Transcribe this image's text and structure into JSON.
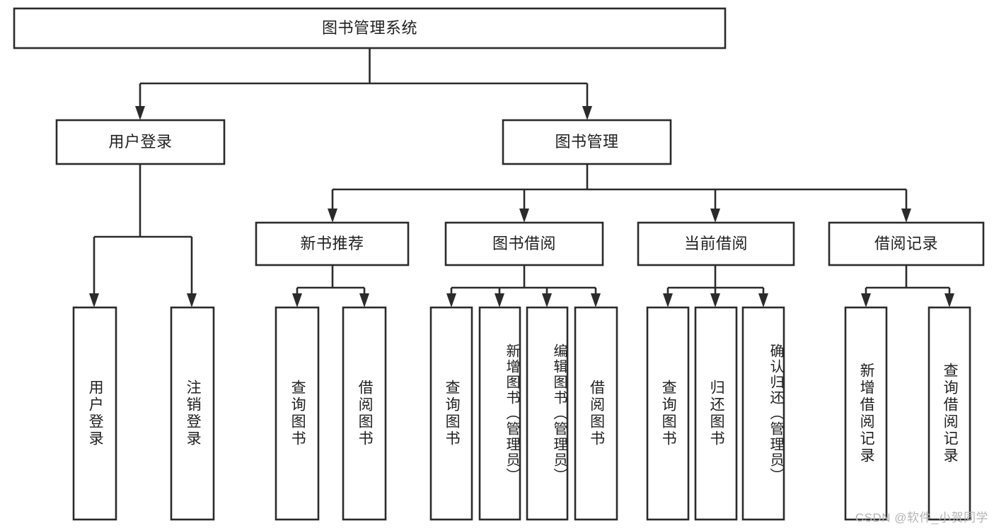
{
  "diagram": {
    "title": "图书管理系统",
    "type": "hierarchy-tree",
    "levels": 4,
    "colors": {
      "box_stroke": "#2b2b2b",
      "box_fill": "#ffffff",
      "text": "#1f1f1f",
      "background": "#ffffff",
      "watermark": "#b4b4b4"
    },
    "nodes": {
      "root": {
        "label": "图书管理系统",
        "orientation": "horizontal"
      },
      "level2": [
        {
          "id": "user-login",
          "label": "用户登录",
          "orientation": "horizontal"
        },
        {
          "id": "book-manage",
          "label": "图书管理",
          "orientation": "horizontal"
        }
      ],
      "level3": [
        {
          "id": "new-book-recommend",
          "label": "新书推荐",
          "orientation": "horizontal",
          "parent": "book-manage"
        },
        {
          "id": "book-borrow",
          "label": "图书借阅",
          "orientation": "horizontal",
          "parent": "book-manage"
        },
        {
          "id": "current-borrow",
          "label": "当前借阅",
          "orientation": "horizontal",
          "parent": "book-manage"
        },
        {
          "id": "borrow-record",
          "label": "借阅记录",
          "orientation": "horizontal",
          "parent": "book-manage"
        }
      ],
      "leaves": [
        {
          "id": "leaf-user-login",
          "label": "用户登录",
          "orientation": "vertical",
          "parent": "user-login"
        },
        {
          "id": "leaf-user-logout",
          "label": "注销登录",
          "orientation": "vertical",
          "parent": "user-login"
        },
        {
          "id": "leaf-query-book-1",
          "label": "查询图书",
          "orientation": "vertical",
          "parent": "new-book-recommend"
        },
        {
          "id": "leaf-borrow-book-1",
          "label": "借阅图书",
          "orientation": "vertical",
          "parent": "new-book-recommend"
        },
        {
          "id": "leaf-query-book-2",
          "label": "查询图书",
          "orientation": "vertical",
          "parent": "book-borrow"
        },
        {
          "id": "leaf-add-book",
          "label": "新增图书（管理员）",
          "orientation": "vertical",
          "parent": "book-borrow"
        },
        {
          "id": "leaf-edit-book",
          "label": "编辑图书（管理员）",
          "orientation": "vertical",
          "parent": "book-borrow"
        },
        {
          "id": "leaf-borrow-book-2",
          "label": "借阅图书",
          "orientation": "vertical",
          "parent": "book-borrow"
        },
        {
          "id": "leaf-query-book-3",
          "label": "查询图书",
          "orientation": "vertical",
          "parent": "current-borrow"
        },
        {
          "id": "leaf-return-book",
          "label": "归还图书",
          "orientation": "vertical",
          "parent": "current-borrow"
        },
        {
          "id": "leaf-confirm-return",
          "label": "确认归还（管理员）",
          "orientation": "vertical",
          "parent": "current-borrow"
        },
        {
          "id": "leaf-add-record",
          "label": "新增借阅记录",
          "orientation": "vertical",
          "parent": "borrow-record"
        },
        {
          "id": "leaf-query-record",
          "label": "查询借阅记录",
          "orientation": "vertical",
          "parent": "borrow-record"
        }
      ]
    }
  },
  "watermark": {
    "text": "CSDN @软件_小贺同学"
  }
}
